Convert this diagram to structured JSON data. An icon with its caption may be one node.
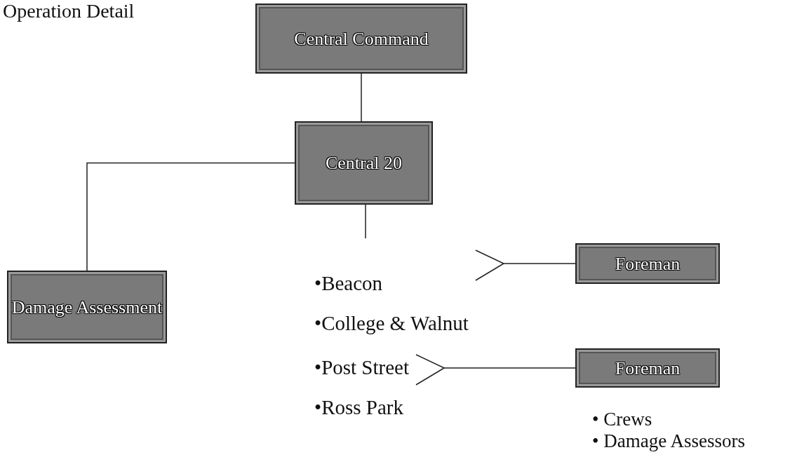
{
  "diagram": {
    "title": "Operation Detail",
    "nodes": [
      {
        "text": [
          "Central Command"
        ]
      },
      {
        "text": [
          "Central 20"
        ]
      },
      {
        "text": [
          "Damage Assessment"
        ]
      },
      {
        "text": [
          "•Beacon",
          "•College & Walnut"
        ]
      },
      {
        "text": [
          "•Post Street",
          "•Ross Park"
        ]
      },
      {
        "text": [
          "Foreman"
        ]
      },
      {
        "text": [
          "Foreman"
        ],
        "beside": [
          "• Crews",
          "• Damage Assessors"
        ]
      }
    ],
    "edges": [
      {
        "from": 0,
        "to": 1,
        "arrow": "none"
      },
      {
        "from": 1,
        "to": 2,
        "arrow": "none"
      },
      {
        "from": 1,
        "to": 3,
        "arrow": "none"
      },
      {
        "from": 3,
        "to": 5,
        "arrow": "none"
      },
      {
        "from": 4,
        "to": 6,
        "arrow": "none"
      }
    ]
  }
}
